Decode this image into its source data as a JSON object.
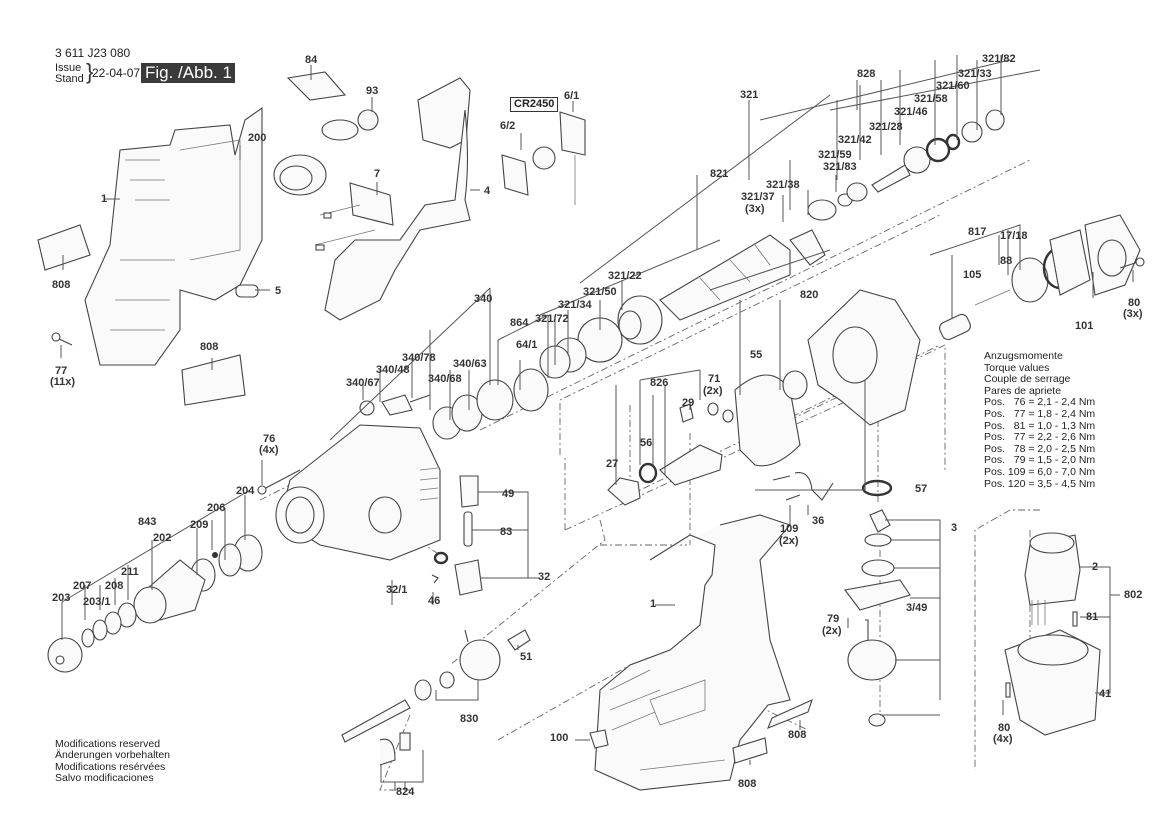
{
  "header": {
    "doc_number": "3 611 J23 080",
    "issue_label": "Issue",
    "stand_label": "Stand",
    "issue_date": "22-04-07",
    "figure_label": "Fig. /Abb. 1"
  },
  "battery_label": "CR2450",
  "torque": {
    "titles": [
      "Anzugsmomente",
      "Torque values",
      "Couple de serrage",
      "Pares de apriete"
    ],
    "rows": [
      {
        "prefix": "Pos.",
        "pos": "76",
        "value": "2,1 - 2,4 Nm"
      },
      {
        "prefix": "Pos.",
        "pos": "77",
        "value": "1,8 - 2,4 Nm"
      },
      {
        "prefix": "Pos.",
        "pos": "81",
        "value": "1,0 - 1,3 Nm"
      },
      {
        "prefix": "Pos.",
        "pos": "77",
        "value": "2,2 - 2,6 Nm"
      },
      {
        "prefix": "Pos.",
        "pos": "78",
        "value": "2,0 - 2,5 Nm"
      },
      {
        "prefix": "Pos.",
        "pos": "79",
        "value": "1,5 - 2,0 Nm"
      },
      {
        "prefix": "Pos.",
        "pos": "109",
        "value": "6,0 - 7,0 Nm"
      },
      {
        "prefix": "Pos.",
        "pos": "120",
        "value": "3,5 - 4,5 Nm"
      }
    ]
  },
  "modifications": [
    "Modifications reserved",
    "Änderungen vorbehalten",
    "Modifications resérvées",
    "Salvo modificaciones"
  ],
  "part_labels": [
    {
      "id": "84",
      "text": "84"
    },
    {
      "id": "93",
      "text": "93"
    },
    {
      "id": "200",
      "text": "200"
    },
    {
      "id": "7",
      "text": "7"
    },
    {
      "id": "4",
      "text": "4"
    },
    {
      "id": "6-2",
      "text": "6/2"
    },
    {
      "id": "6-1",
      "text": "6/1"
    },
    {
      "id": "1-top",
      "text": "1"
    },
    {
      "id": "808-a",
      "text": "808"
    },
    {
      "id": "5",
      "text": "5"
    },
    {
      "id": "808-b",
      "text": "808"
    },
    {
      "id": "77",
      "text": "77"
    },
    {
      "id": "77-qty",
      "text": "(11x)"
    },
    {
      "id": "321",
      "text": "321"
    },
    {
      "id": "828",
      "text": "828"
    },
    {
      "id": "321-82",
      "text": "321/82"
    },
    {
      "id": "321-33",
      "text": "321/33"
    },
    {
      "id": "321-60",
      "text": "321/60"
    },
    {
      "id": "321-58",
      "text": "321/58"
    },
    {
      "id": "321-46",
      "text": "321/46"
    },
    {
      "id": "321-28",
      "text": "321/28"
    },
    {
      "id": "321-42",
      "text": "321/42"
    },
    {
      "id": "321-59",
      "text": "321/59"
    },
    {
      "id": "321-83",
      "text": "321/83"
    },
    {
      "id": "821",
      "text": "821"
    },
    {
      "id": "321-38",
      "text": "321/38"
    },
    {
      "id": "321-37",
      "text": "321/37"
    },
    {
      "id": "321-37-qty",
      "text": "(3x)"
    },
    {
      "id": "817",
      "text": "817"
    },
    {
      "id": "17-18",
      "text": "17/18"
    },
    {
      "id": "88",
      "text": "88"
    },
    {
      "id": "105",
      "text": "105"
    },
    {
      "id": "101",
      "text": "101"
    },
    {
      "id": "80-a",
      "text": "80"
    },
    {
      "id": "80-a-qty",
      "text": "(3x)"
    },
    {
      "id": "340",
      "text": "340"
    },
    {
      "id": "864",
      "text": "864"
    },
    {
      "id": "321-22",
      "text": "321/22"
    },
    {
      "id": "321-50",
      "text": "321/50"
    },
    {
      "id": "321-34",
      "text": "321/34"
    },
    {
      "id": "321-72",
      "text": "321/72"
    },
    {
      "id": "64-1",
      "text": "64/1"
    },
    {
      "id": "340-78",
      "text": "340/78"
    },
    {
      "id": "340-48",
      "text": "340/48"
    },
    {
      "id": "340-67",
      "text": "340/67"
    },
    {
      "id": "340-68",
      "text": "340/68"
    },
    {
      "id": "340-63",
      "text": "340/63"
    },
    {
      "id": "820",
      "text": "820"
    },
    {
      "id": "55",
      "text": "55"
    },
    {
      "id": "826",
      "text": "826"
    },
    {
      "id": "71",
      "text": "71"
    },
    {
      "id": "71-qty",
      "text": "(2x)"
    },
    {
      "id": "29",
      "text": "29"
    },
    {
      "id": "56",
      "text": "56"
    },
    {
      "id": "27",
      "text": "27"
    },
    {
      "id": "57",
      "text": "57"
    },
    {
      "id": "76",
      "text": "76"
    },
    {
      "id": "76-qty",
      "text": "(4x)"
    },
    {
      "id": "204",
      "text": "204"
    },
    {
      "id": "206",
      "text": "206"
    },
    {
      "id": "843",
      "text": "843"
    },
    {
      "id": "209",
      "text": "209"
    },
    {
      "id": "202",
      "text": "202"
    },
    {
      "id": "211",
      "text": "211"
    },
    {
      "id": "207",
      "text": "207"
    },
    {
      "id": "208",
      "text": "208"
    },
    {
      "id": "203",
      "text": "203"
    },
    {
      "id": "203-1",
      "text": "203/1"
    },
    {
      "id": "49",
      "text": "49"
    },
    {
      "id": "83",
      "text": "83"
    },
    {
      "id": "32",
      "text": "32"
    },
    {
      "id": "32-1",
      "text": "32/1"
    },
    {
      "id": "46",
      "text": "46"
    },
    {
      "id": "109",
      "text": "109"
    },
    {
      "id": "109-qty",
      "text": "(2x)"
    },
    {
      "id": "36",
      "text": "36"
    },
    {
      "id": "3",
      "text": "3"
    },
    {
      "id": "3-49",
      "text": "3/49"
    },
    {
      "id": "79",
      "text": "79"
    },
    {
      "id": "79-qty",
      "text": "(2x)"
    },
    {
      "id": "2",
      "text": "2"
    },
    {
      "id": "802",
      "text": "802"
    },
    {
      "id": "81",
      "text": "81"
    },
    {
      "id": "41",
      "text": "41"
    },
    {
      "id": "80-b",
      "text": "80"
    },
    {
      "id": "80-b-qty",
      "text": "(4x)"
    },
    {
      "id": "1-bottom",
      "text": "1"
    },
    {
      "id": "51",
      "text": "51"
    },
    {
      "id": "830",
      "text": "830"
    },
    {
      "id": "100",
      "text": "100"
    },
    {
      "id": "808-c",
      "text": "808"
    },
    {
      "id": "808-d",
      "text": "808"
    },
    {
      "id": "824",
      "text": "824"
    }
  ]
}
